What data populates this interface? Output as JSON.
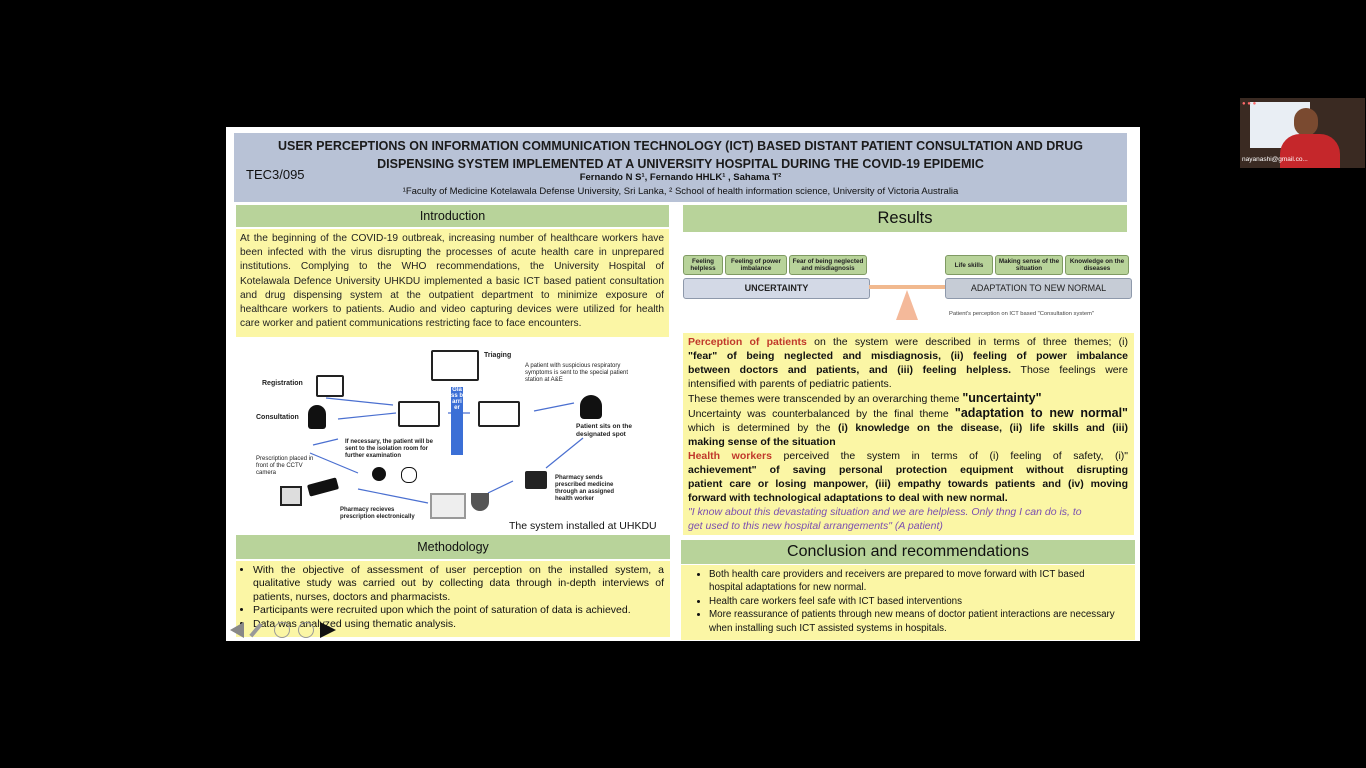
{
  "poster": {
    "code": "TEC3/095",
    "title_line1": "USER PERCEPTIONS ON INFORMATION COMMUNICATION TECHNOLOGY (ICT) BASED DISTANT PATIENT CONSULTATION AND DRUG",
    "title_line2": "DISPENSING SYSTEM IMPLEMENTED AT A UNIVERSITY HOSPITAL DURING THE COVID-19 EPIDEMIC",
    "authors": "Fernando N S¹, Fernando HHLK¹ , Sahama T²",
    "affiliations": "¹Faculty of Medicine Kotelawala Defense University, Sri Lanka, ² School of health information science, University of Victoria Australia"
  },
  "introduction": {
    "heading": "Introduction",
    "lines": [
      "At the beginning of the COVID-19 outbreak, increasing number of healthcare workers have",
      "been infected with the virus disrupting the processes of acute health care in unprepared",
      "institutions. Complying to the WHO recommendations, the University Hospital of",
      "Kotelawala Defence University UHKDU implemented a basic ICT based patient consultation",
      "and drug dispensing system at the outpatient department to minimize exposure of",
      "healthcare workers to patients. Audio and video capturing devices were utilized for health",
      "care worker and patient communications restricting face to face encounters."
    ]
  },
  "diagram": {
    "triaging": "Triaging",
    "registration": "Registration",
    "consultation": "Consultation",
    "prescription": "Prescription placed in front of the CCTV camera",
    "patient_note": "A patient with suspicious respiratory symptoms is sent to the special patient station at A&E",
    "patient_sits": "Patient sits on the designated spot",
    "isolation": "If necessary, the patient will be sent to the isolation room for further examination",
    "glass_barrier": "Glass barrier",
    "pharmacy_sends": "Pharmacy sends prescribed medicine through an assigned health worker",
    "pharmacy_receives": "Pharmacy recieves prescription electronically",
    "caption": "The system installed at UHKDU"
  },
  "methodology": {
    "heading": "Methodology",
    "bullets": [
      "With the objective of assessment of user perception on the installed system, a qualitative study was carried out by collecting data through in-depth interviews of patients, nurses, doctors and pharmacists.",
      "Participants were recruited upon which the point of saturation of data is achieved.",
      "Data was analyzed using thematic analysis."
    ]
  },
  "results": {
    "heading": "Results",
    "themes_left": [
      "Feeling helpless",
      "Feeling of power imbalance",
      "Fear of being neglected and misdiagnosis"
    ],
    "themes_right": [
      "Life skills",
      "Making sense of the situation",
      "Knowledge on the diseases"
    ],
    "uncertainty": "UNCERTAINTY",
    "adaptation": "ADAPTATION TO NEW NORMAL",
    "scale_caption": "Patient's perception on ICT based \"Consultation system\"",
    "p1_label": "Perception of patients",
    "p1_line1": " on the system were described in terms of three themes; (i)",
    "p1_line2": "\"fear\" of being neglected and misdiagnosis, (ii) feeling of power imbalance",
    "p1_line3": "between doctors and patients, and (iii) feeling helpless.",
    "p1_line3b": " Those feelings were",
    "p1_line4": "intensified with parents of pediatric patients.",
    "p2_pre": "These themes were transcended by an overarching theme ",
    "p2_term": "\"uncertainty\"",
    "p3_pre": "Uncertainty was counterbalanced by the final theme ",
    "p3_term": "\"adaptation to new normal\"",
    "p3_line2a": "which is determined by the ",
    "p3_line2b": "(i) knowledge on the disease, (ii) life skills and (iii)",
    "p3_line3": "making sense of the situation",
    "p4_label": "Health workers",
    "p4_line1": " perceived the system in terms of (i) feeling of safety, (i)\"",
    "p4_line2": "achievement\" of saving personal protection equipment without disrupting",
    "p4_line3": "patient care or losing manpower, (iii) empathy towards patients and (iv) moving",
    "p4_line4": "forward with technological adaptations to deal with new normal.",
    "quote_line1": "\"I know about this devastating situation and we are helpless. Only thng I can do is, to",
    "quote_line2": "get used to this new hospital arrangements\" (A patient)"
  },
  "conclusion": {
    "heading": "Conclusion and recommendations",
    "bullets": [
      "Both health care providers and receivers are prepared to move forward with ICT based hospital adaptations for new normal.",
      "Health care workers feel safe with ICT based interventions",
      "More reassurance of patients through new means of doctor patient interactions are necessary when installing such ICT assisted systems in hospitals."
    ]
  },
  "webcam": {
    "name": "nayanashi@gmail.co..."
  },
  "colors": {
    "header": "#b8c2d6",
    "section_heading": "#b8d39a",
    "section_body": "#fbf6a5",
    "highlight_red": "#c0392b",
    "quote_purple": "#7b4fb0"
  },
  "icons": [
    "prev-slide-arrow-icon",
    "pen-icon",
    "slides-grid-icon",
    "zoom-icon",
    "next-slide-arrow-icon"
  ]
}
